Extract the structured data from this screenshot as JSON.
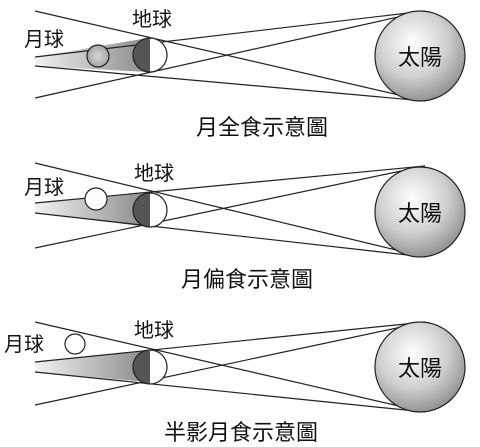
{
  "diagrams": [
    {
      "caption": "月全食示意圖",
      "sun_label": "太陽",
      "earth_label": "地球",
      "moon_label": "月球"
    },
    {
      "caption": "月偏食示意圖",
      "sun_label": "太陽",
      "earth_label": "地球",
      "moon_label": "月球"
    },
    {
      "caption": "半影月食示意圖",
      "sun_label": "太陽",
      "earth_label": "地球",
      "moon_label": "月球"
    }
  ],
  "colors": {
    "line": "#222222",
    "earth_dark": "#555555",
    "earth_light": "#ffffff",
    "umbra": "#9a9a9a",
    "sun_highlight": "#ffffff",
    "sun_shadow": "#8a8a8a"
  }
}
